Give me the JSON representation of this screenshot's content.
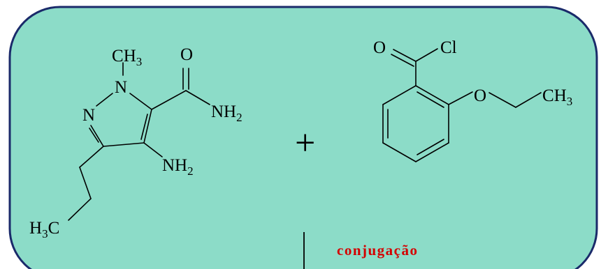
{
  "colors": {
    "panel_fill": "#8cdcc8",
    "panel_border": "#1a2a6a",
    "caption_color": "#d40000"
  },
  "pyrazole": {
    "n_methyl": "N",
    "methyl_c": "C",
    "methyl_h": "H",
    "methyl_n": "3",
    "ring_n": "N",
    "carbonyl_o": "O",
    "amide_n": "NH",
    "amide_n_sub": "2",
    "amino_n": "NH",
    "amino_n_sub": "2",
    "terminal_h": "H",
    "terminal_n": "3",
    "terminal_c": "C"
  },
  "operator": "+",
  "benzoyl": {
    "carbonyl_o": "O",
    "chloride": "Cl",
    "ether_o": "O",
    "ethyl_c": "C",
    "ethyl_h": "H",
    "ethyl_n": "3"
  },
  "arrow": {
    "label": "conjugação"
  }
}
